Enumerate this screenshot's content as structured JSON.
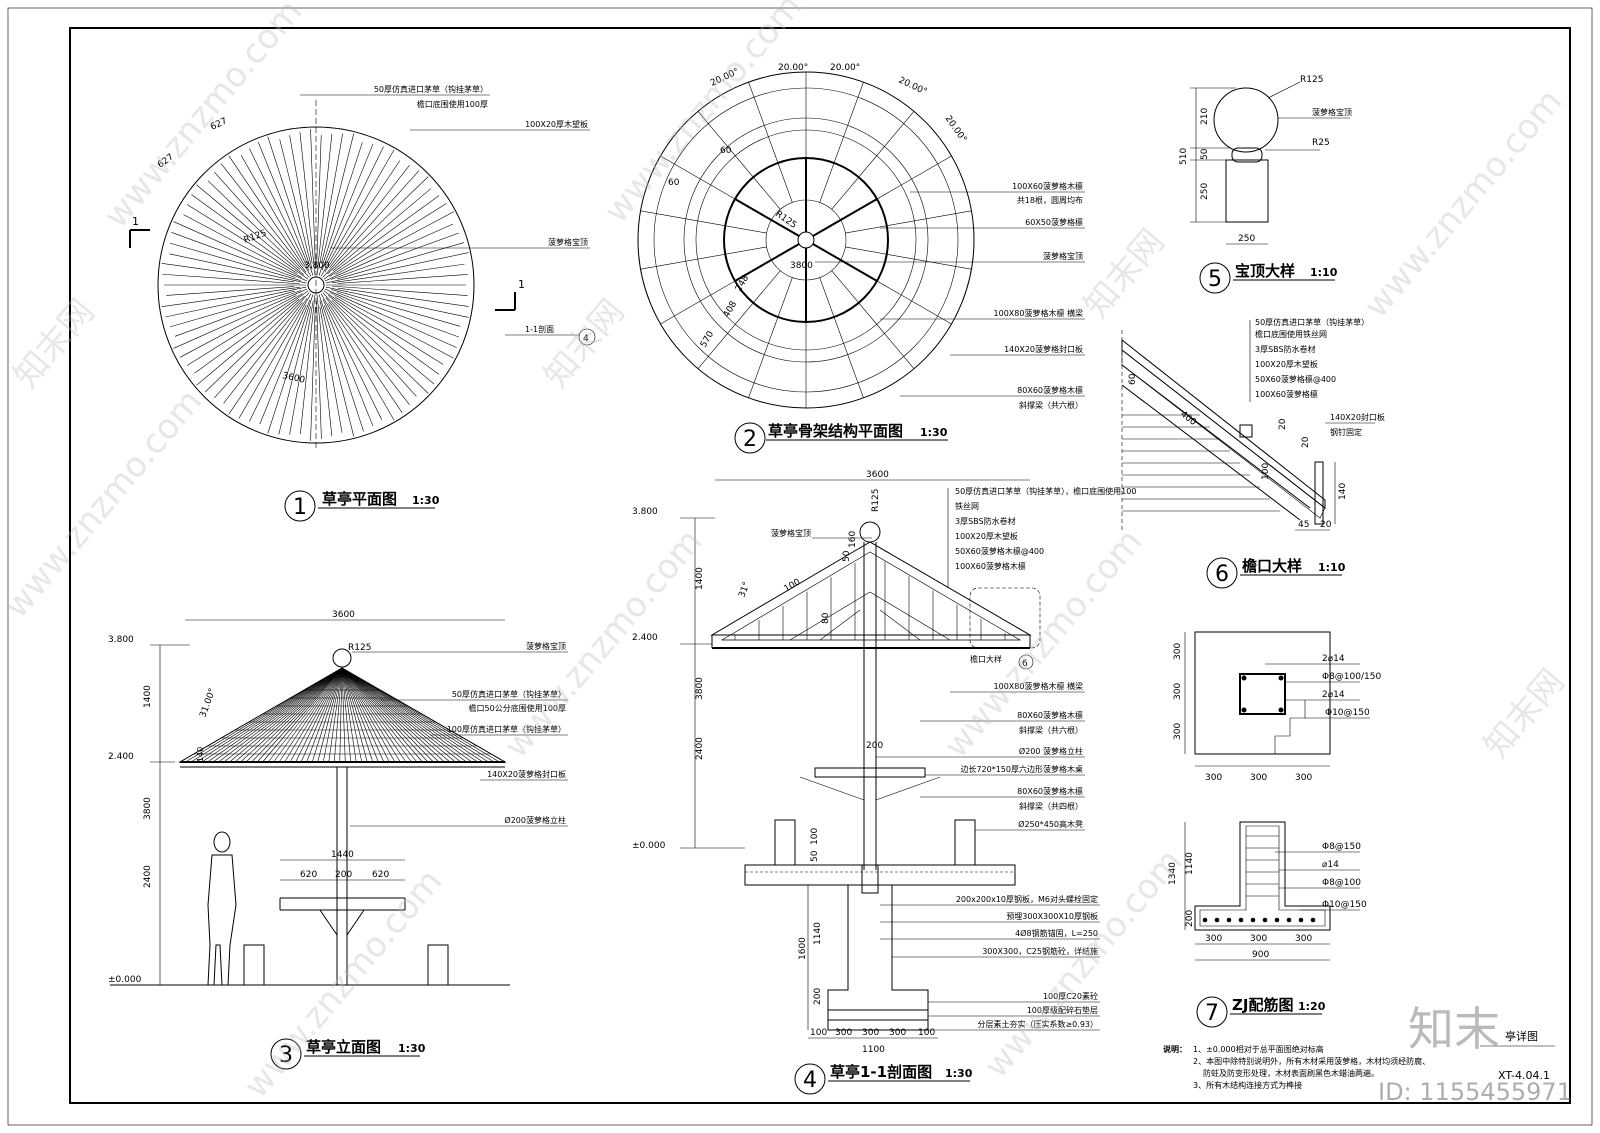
{
  "drawing_number": "XT-4.04.1",
  "sheet_title": "亭详图",
  "watermark": {
    "brand": "知末",
    "id": "ID: 1155455971",
    "site": "www.znzmo.com",
    "site_cn": "知末网"
  },
  "views": {
    "plan": {
      "number": "1",
      "title": "草亭平面图",
      "scale": "1:30",
      "labels": {
        "thatch": "50厚仿真进口茅草（钩挂茅草）",
        "eave": "檐口底围使用100厚",
        "board": "100X20厚木望板",
        "finial": "菠萝格宝顶",
        "section": "1-1剖面",
        "section_ref": "4"
      },
      "dims": {
        "d1": "627",
        "d2": "627",
        "r": "R125",
        "elev": "3.800",
        "dia": "3600",
        "mark": "1"
      }
    },
    "frame": {
      "number": "2",
      "title": "草亭骨架结构平面图",
      "scale": "1:30",
      "angles": [
        "20.00°",
        "20.00°",
        "20.00°",
        "20.00°",
        "20.00°"
      ],
      "labels": {
        "l1": "100X60菠萝格木檩",
        "l1b": "共18根，圆周均布",
        "l2": "60X50菠萝格檩",
        "l3": "菠萝格宝顶",
        "l4": "100X80菠萝格木檩 横梁",
        "l5": "140X20菠萝格封口板",
        "l6": "80X60菠萝格木檩",
        "l6b": "斜撑梁（共六根）"
      },
      "dims": {
        "a": "60",
        "b": "60",
        "r": "R125",
        "c": "248",
        "d": "408",
        "e": "570",
        "dia": "3800"
      }
    },
    "elevation": {
      "number": "3",
      "title": "草亭立面图",
      "scale": "1:30",
      "labels": {
        "finial": "菠萝格宝顶",
        "thatch": "50厚仿真进口茅草（钩挂茅草）",
        "eave": "檐口50公分底围使用100厚",
        "board": "100厚仿真进口茅草（钩挂茅草）",
        "fascia": "140X20菠萝格封口板",
        "column": "Ø200菠萝格立柱"
      },
      "dims": {
        "top": "3600",
        "r": "R125",
        "angle": "31.00°",
        "e1": "3.800",
        "e2": "2.400",
        "e0": "±0.000",
        "h1": "1400",
        "h2": "3800",
        "h3": "2400",
        "t": "140",
        "w": "1440",
        "w1": "620",
        "w2": "200",
        "w3": "620"
      }
    },
    "section": {
      "number": "4",
      "title": "草亭1-1剖面图",
      "scale": "1:30",
      "labels": {
        "finial": "菠萝格宝顶",
        "l1": "50厚仿真进口茅草（钩挂茅草），檐口底围使用100",
        "l2": "铁丝网",
        "l3": "3厚SBS防水卷材",
        "l4": "100X20厚木望板",
        "l5": "50X60菠萝格木檩@400",
        "l6": "100X60菠萝格木檩",
        "eave_ref": "檐口大样",
        "eave_num": "6",
        "m1": "100X80菠萝格木檩 横梁",
        "m2": "80X60菠萝格木檩",
        "m2b": "斜撑梁（共六根）",
        "m3": "Ø200 菠萝格立柱",
        "m4": "边长720*150厚六边形菠萝格木桌",
        "m5": "80X60菠萝格木檩",
        "m5b": "斜撑梁（共四根）",
        "m6": "Ø250*450高木凳",
        "f1": "200x200x10厚钢板，M6对头螺栓固定",
        "f2": "预埋300X300X10厚钢板",
        "f3": "4Ø8钢筋锚固，L=250",
        "f4": "300X300，C25钢筋砼，详结施",
        "f5": "100厚C20素砼",
        "f6": "100厚级配碎石垫层",
        "f7": "分层素土夯实（压实系数≥0.93）"
      },
      "dims": {
        "top": "3600",
        "r": "R125",
        "e1": "3.800",
        "e2": "2.400",
        "e0": "±0.000",
        "h1": "1400",
        "h2": "3800",
        "h3": "2400",
        "a": "31°",
        "b": "100",
        "c": "50",
        "d": "160",
        "e": "80",
        "col": "200",
        "p1": "50",
        "p2": "100",
        "f1": "1600",
        "f2": "1140",
        "f3": "200",
        "b1": "100",
        "b2": "300",
        "b3": "300",
        "b4": "300",
        "b5": "100",
        "bt": "1100"
      }
    },
    "finial": {
      "number": "5",
      "title": "宝顶大样",
      "scale": "1:10",
      "labels": {
        "r1": "R125",
        "r2": "R25",
        "name": "菠萝格宝顶"
      },
      "dims": {
        "h": "510",
        "h1": "210",
        "h2": "50",
        "h3": "250",
        "w": "250"
      }
    },
    "eave": {
      "number": "6",
      "title": "檐口大样",
      "scale": "1:10",
      "labels": {
        "l1": "50厚仿真进口茅草（钩挂茅草）",
        "l1b": "檐口底围使用铁丝网",
        "l2": "3厚SBS防水卷材",
        "l3": "100X20厚木望板",
        "l4": "50X60菠萝格檩@400",
        "l5": "100X60菠萝格檩",
        "l6": "140X20封口板",
        "l6b": "钢钉固定"
      },
      "dims": {
        "a": "60",
        "b": "400",
        "c": "20",
        "d": "20",
        "e": "100",
        "f": "140",
        "g": "45",
        "h": "20"
      }
    },
    "rebar": {
      "number": "7",
      "title": "ZJ配筋图",
      "scale": "1:20",
      "labels": {
        "r1": "2⌀14",
        "r2": "Φ8@100/150",
        "r3": "2⌀14",
        "r4": "Φ10@150",
        "s1": "Φ8@150",
        "s2": "⌀14",
        "s3": "Φ8@100",
        "s4": "Φ10@150"
      },
      "dims": {
        "v1": "300",
        "v2": "300",
        "v3": "300",
        "h1": "300",
        "h2": "300",
        "h3": "300",
        "sh": "1340",
        "sh1": "1140",
        "sh2": "200",
        "sb1": "300",
        "sb2": "300",
        "sb3": "300",
        "sbt": "900"
      }
    }
  },
  "notes": {
    "head": "说明：",
    "n1": "1、±0.000相对于总平面图绝对标高",
    "n2": "2、本图中除特别说明外，所有木材采用菠萝格，木材均须经防腐、",
    "n2b": "防蛀及防变形处理，木材表面刷黑色木蜡油两遍。",
    "n3": "3、所有木结构连接方式为榫接"
  }
}
